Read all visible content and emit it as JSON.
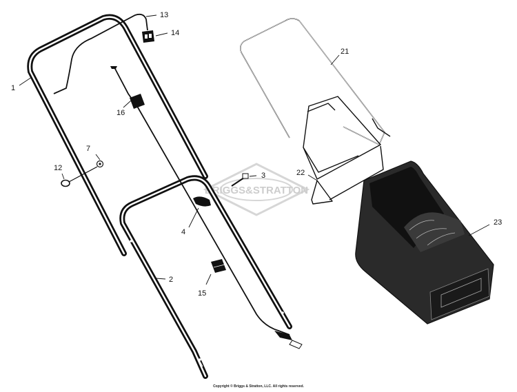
{
  "callouts": {
    "c1": "1",
    "c2": "2",
    "c3": "3",
    "c4": "4",
    "c7": "7",
    "c12": "12",
    "c13": "13",
    "c14": "14",
    "c15": "15",
    "c16": "16",
    "c21": "21",
    "c22": "22",
    "c23": "23"
  },
  "watermark": "BRIGGS&STRATTON",
  "copyright": "Copyright © Briggs & Stratton, LLC. All rights reserved."
}
